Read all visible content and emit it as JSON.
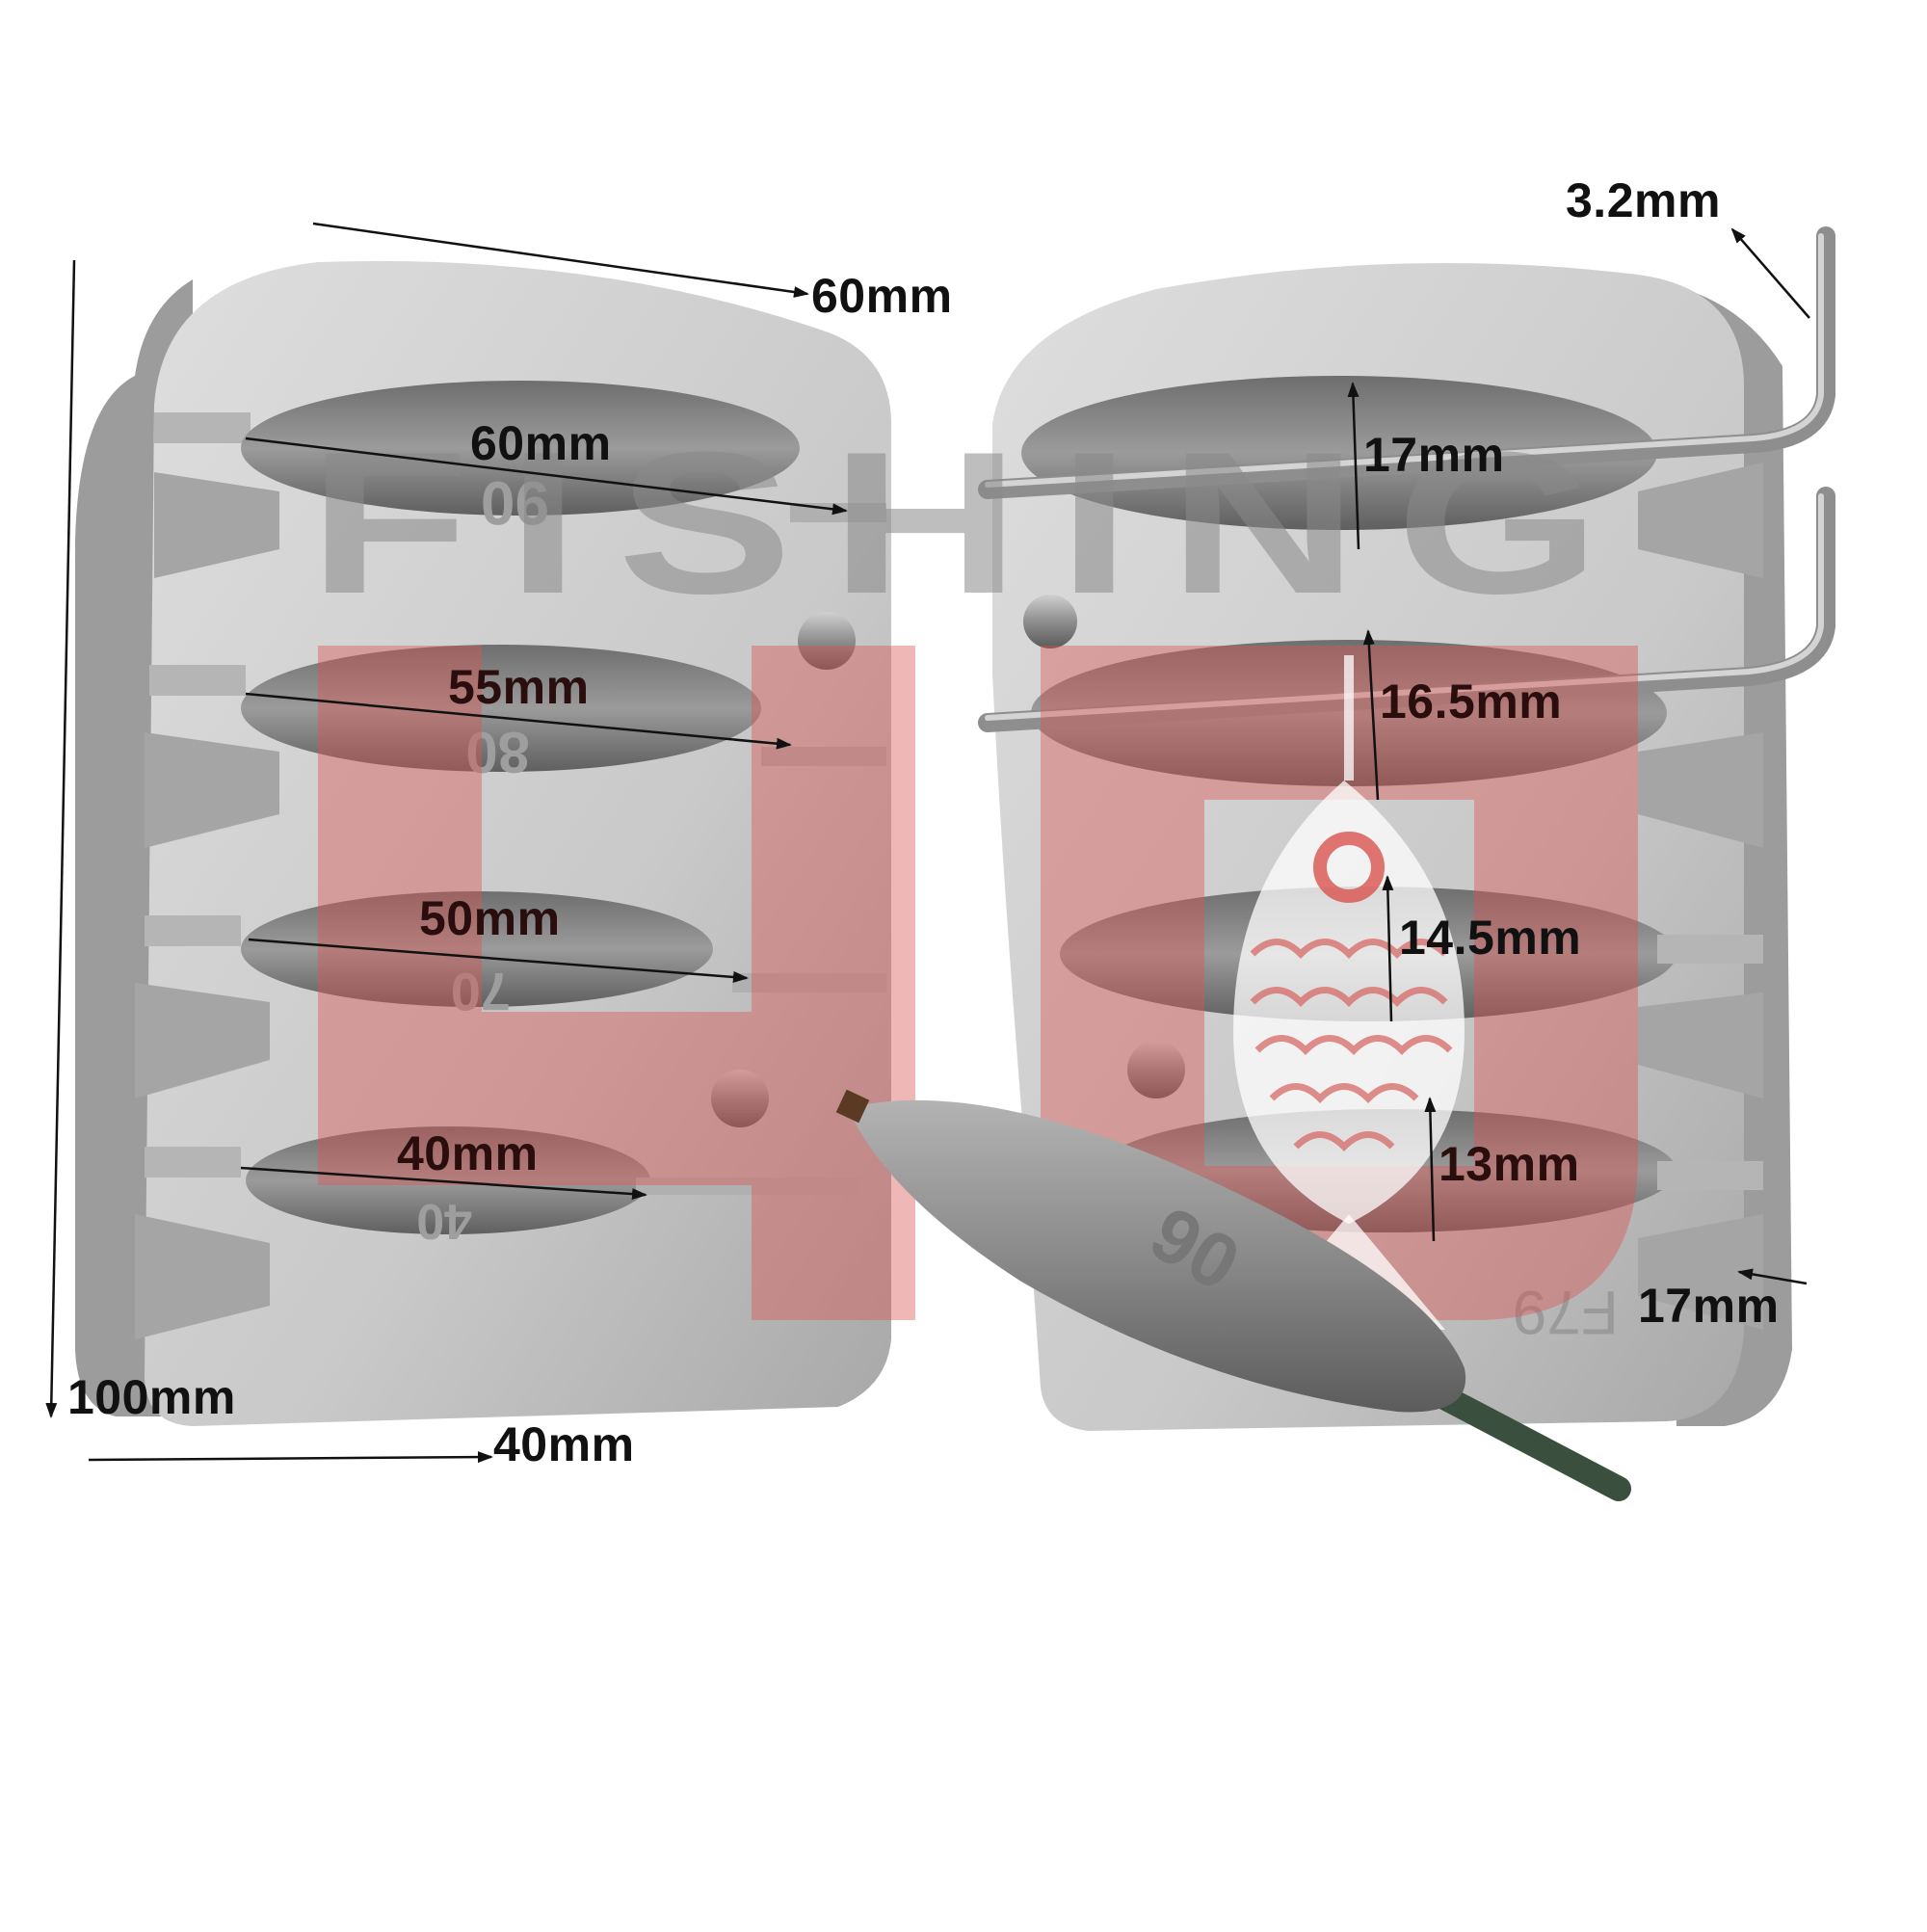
{
  "watermark": {
    "word": "FISHING",
    "letters": "40",
    "colors": {
      "word": "#8a8a8a",
      "letters": "#d9534f",
      "fish_body": "#ffffff",
      "fish_scales": "#d66a66"
    }
  },
  "mold": {
    "metal_color": "#c9c9c9",
    "metal_shade": "#9a9a9a",
    "cavity_color": "#7d7d7d",
    "pin_color": "#a6a6a6",
    "stamp": "F79",
    "cavity_marks": [
      "90",
      "80",
      "70",
      "40"
    ]
  },
  "sinker": {
    "body_color": "#8f8f8f",
    "tube_color": "#3b4f3e",
    "mark": "90"
  },
  "dimensions": {
    "overall_width": "60mm",
    "overall_height": "100mm",
    "base_width": "40mm",
    "wire_diameter": "3.2mm",
    "edge_thickness": "17mm",
    "lengths": [
      "60mm",
      "55mm",
      "50mm",
      "40mm"
    ],
    "diameters": [
      "17mm",
      "16.5mm",
      "14.5mm",
      "13mm"
    ]
  }
}
